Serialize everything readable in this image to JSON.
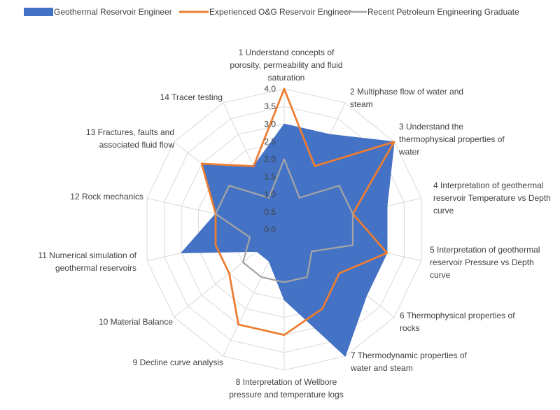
{
  "chart_data": {
    "type": "radar",
    "title": "",
    "axis_range": [
      0,
      4
    ],
    "ticks": [
      "0.0",
      "0.5",
      "1.0",
      "1.5",
      "2.0",
      "2.5",
      "3.0",
      "3.5",
      "4.0"
    ],
    "tick_values": [
      0,
      0.5,
      1,
      1.5,
      2,
      2.5,
      3,
      3.5,
      4
    ],
    "grid": true,
    "legend_position": "top",
    "categories": [
      [
        "1 Understand concepts of",
        "porosity, permeability and fluid",
        "saturation"
      ],
      [
        "2 Multiphase flow of water and",
        "steam"
      ],
      [
        "3 Understand the",
        "thermophysical properties of",
        "water"
      ],
      [
        "4 Interpretation of geothermal",
        "reservoir Temperature vs Depth",
        "curve"
      ],
      [
        "5 Interpretation of geothermal",
        "reservoir Pressure vs Depth",
        "curve"
      ],
      [
        "6 Thermophysical properties of",
        "rocks"
      ],
      [
        "7 Thermodynamic properties of",
        "water and steam"
      ],
      [
        "8 Interpretation of Wellbore",
        "pressure and temperature logs"
      ],
      [
        "9 Decline curve analysis"
      ],
      [
        "10 Material Balance"
      ],
      [
        "11 Numerical simulation of",
        "geothermal reservoirs"
      ],
      [
        "12 Rock mechanics"
      ],
      [
        "13 Fractures, faults and",
        "associated fluid flow"
      ],
      [
        "14 Tracer testing"
      ]
    ],
    "series": [
      {
        "name": "Geothermal Reservoir Engineer",
        "style": "filled",
        "color": "#4472C4",
        "values": [
          3.0,
          3.0,
          4.0,
          3.0,
          3.0,
          3.0,
          4.0,
          2.0,
          1.0,
          1.0,
          3.0,
          2.0,
          3.0,
          2.0
        ]
      },
      {
        "name": "Experienced O&G Reservoir Engineer",
        "style": "line",
        "color": "#ED7D31",
        "values": [
          4.0,
          2.0,
          4.0,
          2.0,
          3.0,
          2.0,
          2.5,
          3.0,
          3.0,
          2.0,
          2.0,
          2.0,
          3.0,
          2.0
        ]
      },
      {
        "name": "Recent Petroleum Engineering Graduate",
        "style": "line",
        "color": "#A5A5A5",
        "values": [
          2.0,
          1.0,
          2.0,
          2.0,
          2.0,
          1.0,
          1.5,
          1.5,
          1.5,
          1.5,
          1.0,
          2.0,
          2.0,
          1.0
        ]
      }
    ]
  }
}
